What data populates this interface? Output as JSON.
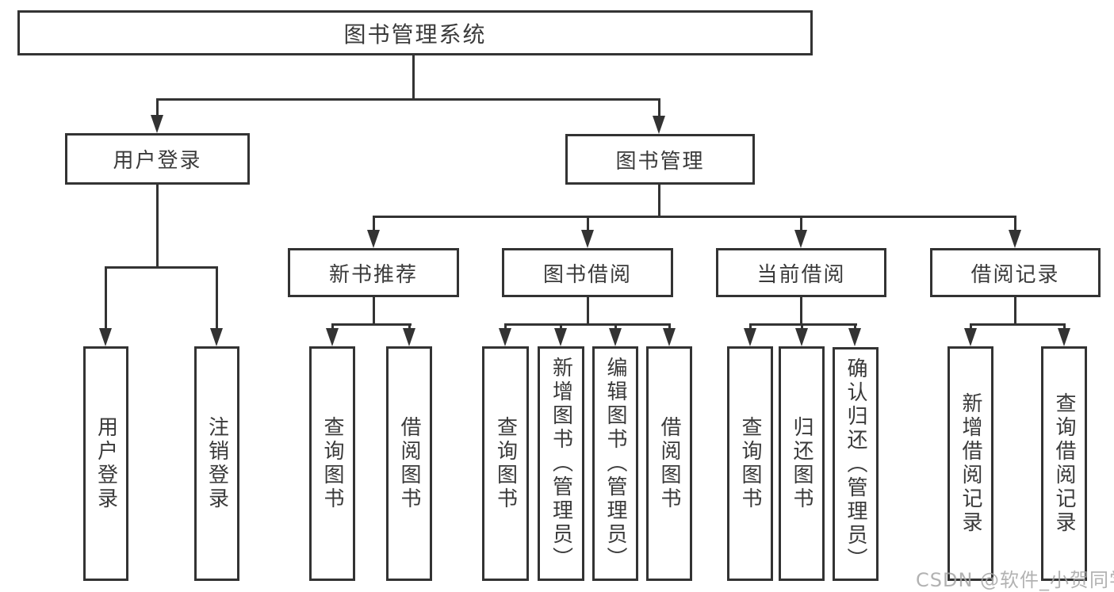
{
  "diagram": {
    "root": "图书管理系统",
    "level2": {
      "user_login": "用户登录",
      "book_mgmt": "图书管理"
    },
    "level3": {
      "new_books": "新书推荐",
      "book_borrow": "图书借阅",
      "current_borrow": "当前借阅",
      "borrow_records": "借阅记录"
    },
    "leaves": {
      "login": "用户登录",
      "logout": "注销登录",
      "nb_query": "查询图书",
      "nb_borrow": "借阅图书",
      "bb_query": "查询图书",
      "bb_add": "新增图书（管理员）",
      "bb_edit": "编辑图书（管理员）",
      "bb_borrow": "借阅图书",
      "cb_query": "查询图书",
      "cb_return": "归还图书",
      "cb_confirm": "确认归还（管理员）",
      "br_add": "新增借阅记录",
      "br_query": "查询借阅记录"
    }
  },
  "watermark": "CSDN @软件_小贺同学",
  "colors": {
    "line": "#333333",
    "text": "#3a3a3a",
    "watermark": "#a5a5a5",
    "background": "#ffffff"
  }
}
